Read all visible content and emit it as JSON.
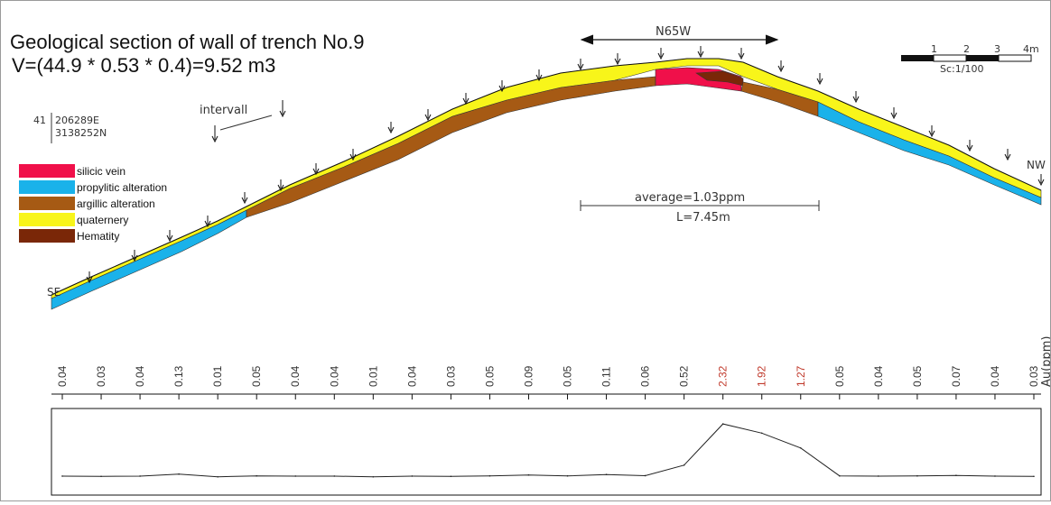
{
  "title": "Geological section of wall of trench No.9",
  "volume": "V=(44.9 * 0.53 * 0.4)=9.52 m3",
  "coords": {
    "station": "41",
    "easting": "206289E",
    "northing": "3138252N"
  },
  "interval_label": "intervall",
  "direction": {
    "label": "N65W",
    "left_end": "SE",
    "right_end": "NW"
  },
  "scale_bar": {
    "ticks": [
      "1",
      "2",
      "3",
      "4m"
    ],
    "label": "Sc:1/100"
  },
  "average": {
    "text": "average=1.03ppm",
    "length": "L=7.45m"
  },
  "legend": [
    {
      "label": "silicic vein",
      "color": "#f0104a"
    },
    {
      "label": "propylitic alteration",
      "color": "#1ab2ea"
    },
    {
      "label": "argillic alteration",
      "color": "#a65a14"
    },
    {
      "label": "quaternery",
      "color": "#f8f51a"
    },
    {
      "label": "Hematity",
      "color": "#7a2708"
    }
  ],
  "colors": {
    "silicic": "#f0104a",
    "propylitic": "#1ab2ea",
    "argillic": "#a65a14",
    "quaternery": "#f8f51a",
    "hematite": "#7a2708",
    "high_value_text": "#c0392b"
  },
  "chart_data": {
    "type": "line",
    "ylabel": "Au(ppm)",
    "categories": [
      "0.04",
      "0.03",
      "0.04",
      "0.13",
      "0.01",
      "0.05",
      "0.04",
      "0.04",
      "0.01",
      "0.04",
      "0.03",
      "0.05",
      "0.09",
      "0.05",
      "0.11",
      "0.06",
      "0.52",
      "2.32",
      "1.92",
      "1.27",
      "0.05",
      "0.04",
      "0.05",
      "0.07",
      "0.04",
      "0.03"
    ],
    "values": [
      0.04,
      0.03,
      0.04,
      0.13,
      0.01,
      0.05,
      0.04,
      0.04,
      0.01,
      0.04,
      0.03,
      0.05,
      0.09,
      0.05,
      0.11,
      0.06,
      0.52,
      2.32,
      1.92,
      1.27,
      0.05,
      0.04,
      0.05,
      0.07,
      0.04,
      0.03
    ],
    "ylim": [
      0,
      2.6
    ]
  }
}
